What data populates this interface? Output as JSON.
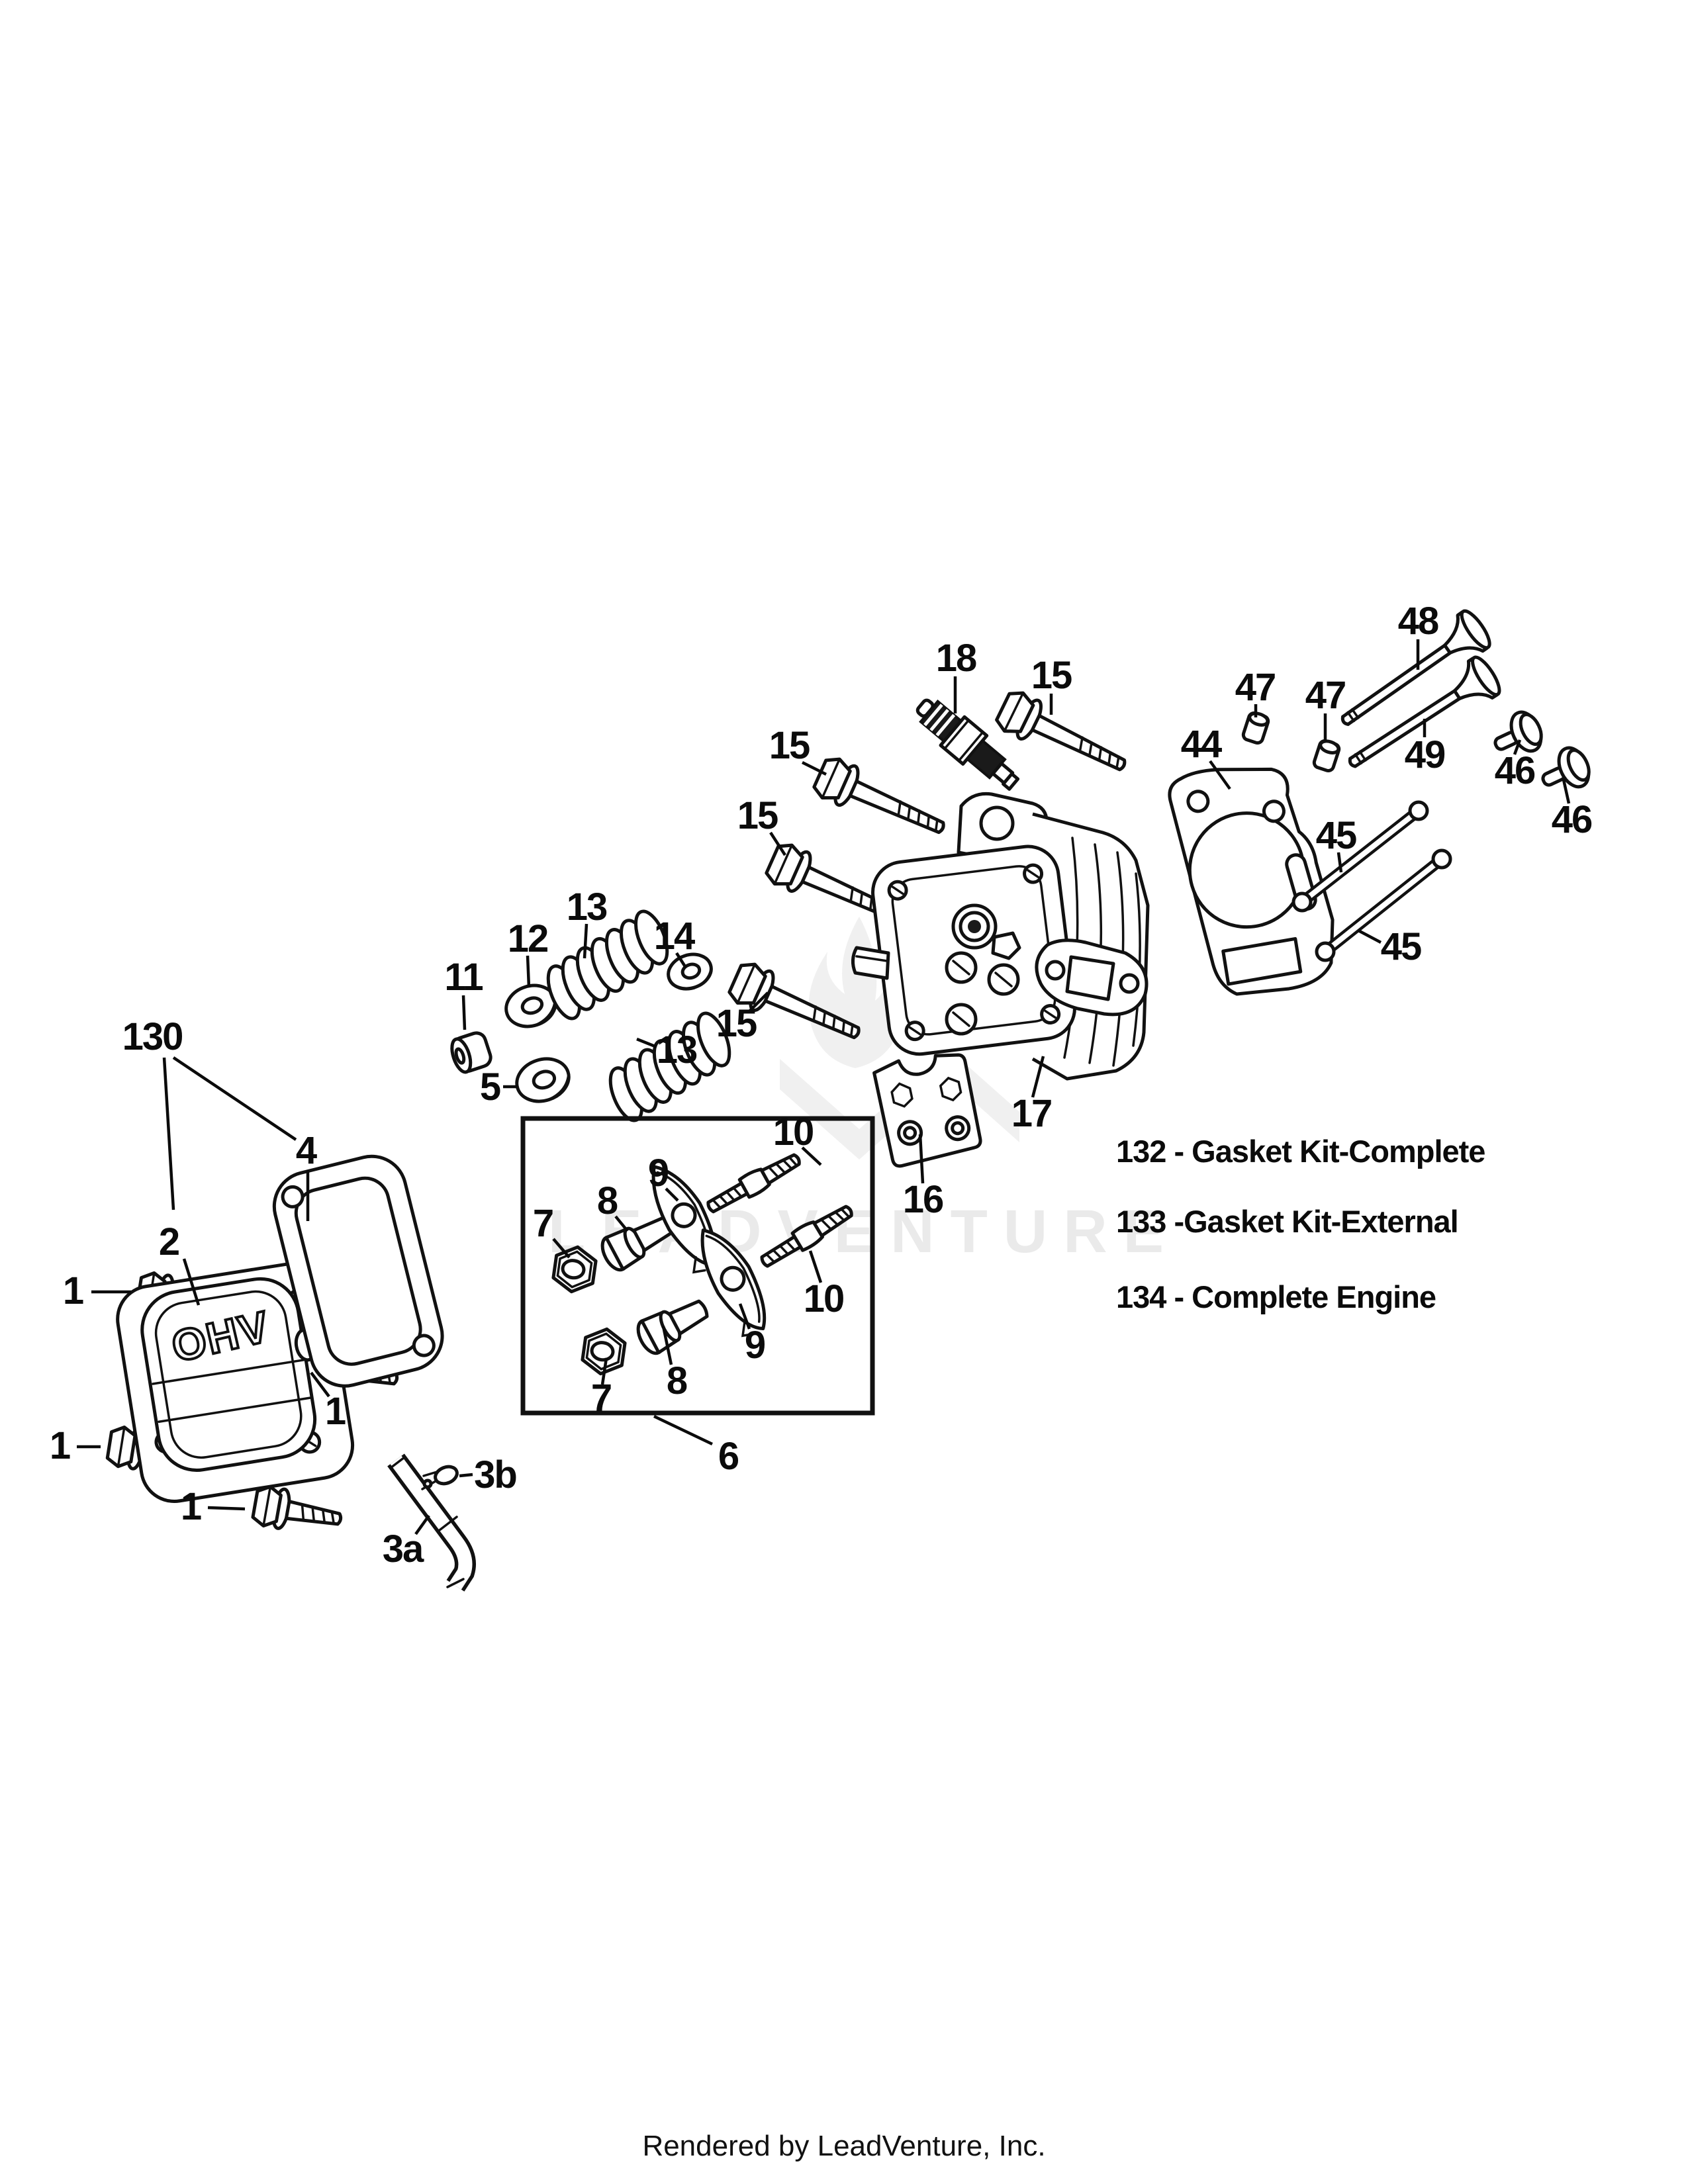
{
  "watermark": {
    "brand": "LEADVENTURE",
    "logo_icon": "flame-v-logo"
  },
  "footer": {
    "text": "Rendered by LeadVenture, Inc."
  },
  "cover_badge": {
    "text": "OHV"
  },
  "kit_notes": [
    {
      "ref": "132",
      "text": "132 - Gasket Kit-Complete"
    },
    {
      "ref": "133",
      "text": "133 -Gasket Kit-External"
    },
    {
      "ref": "134",
      "text": "134 - Complete Engine"
    }
  ],
  "callouts": [
    {
      "text": "130"
    },
    {
      "text": "2"
    },
    {
      "text": "4"
    },
    {
      "text": "1"
    },
    {
      "text": "1"
    },
    {
      "text": "1"
    },
    {
      "text": "1"
    },
    {
      "text": "3a"
    },
    {
      "text": "3b"
    },
    {
      "text": "5"
    },
    {
      "text": "11"
    },
    {
      "text": "12"
    },
    {
      "text": "13"
    },
    {
      "text": "14"
    },
    {
      "text": "13"
    },
    {
      "text": "6"
    },
    {
      "text": "7"
    },
    {
      "text": "8"
    },
    {
      "text": "9"
    },
    {
      "text": "10"
    },
    {
      "text": "7"
    },
    {
      "text": "8"
    },
    {
      "text": "9"
    },
    {
      "text": "10"
    },
    {
      "text": "15"
    },
    {
      "text": "15"
    },
    {
      "text": "15"
    },
    {
      "text": "15"
    },
    {
      "text": "18"
    },
    {
      "text": "16"
    },
    {
      "text": "17"
    },
    {
      "text": "44"
    },
    {
      "text": "45"
    },
    {
      "text": "45"
    },
    {
      "text": "46"
    },
    {
      "text": "46"
    },
    {
      "text": "47"
    },
    {
      "text": "47"
    },
    {
      "text": "48"
    },
    {
      "text": "49"
    }
  ]
}
